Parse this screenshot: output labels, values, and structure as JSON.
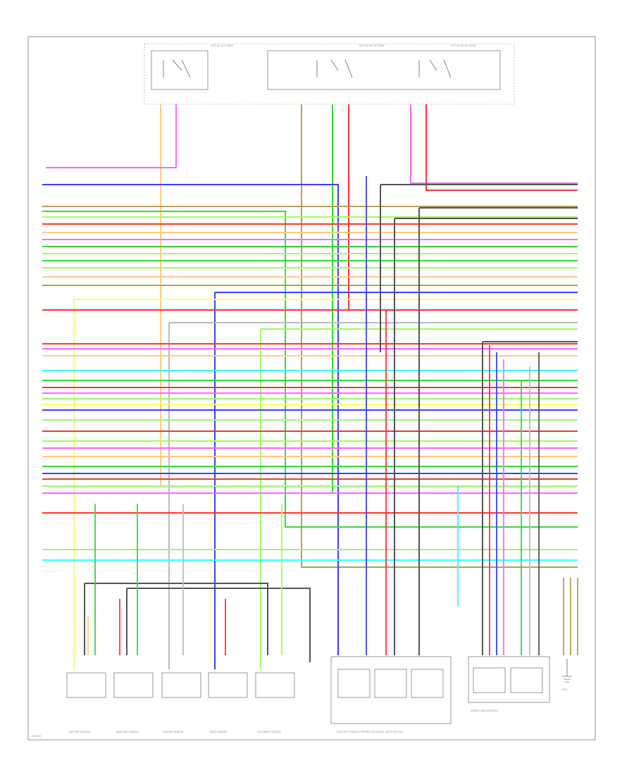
{
  "diagram": {
    "footer_left": "G00000",
    "gnd_label": "G01",
    "top_labels": [
      "HOT AT ALL TIMES",
      "HOT IN ON OR START",
      "HOT IN ON OR START"
    ],
    "bottom_captions": [
      "BATTERY SENSOR",
      "SEAT BELT SWITCH",
      "HEATER SENSOR",
      "SEAT SENSOR",
      "OCCUPANT SENSOR",
      "ELECTRIC POWER STEERING ACTUATOR (WITH MOTOR)",
      "DRIVER SIDE SENSORS"
    ],
    "wire_colors": {
      "pink": "#ff66ff",
      "red": "#ff3333",
      "blue": "#3344ff",
      "green": "#33dd33",
      "lime": "#99ff66",
      "cyan": "#33ffff",
      "yellow": "#ffff66",
      "orange": "#ffcc88",
      "gray": "#555555",
      "tan": "#b89e55",
      "lightgray": "#bbbbbb"
    }
  }
}
